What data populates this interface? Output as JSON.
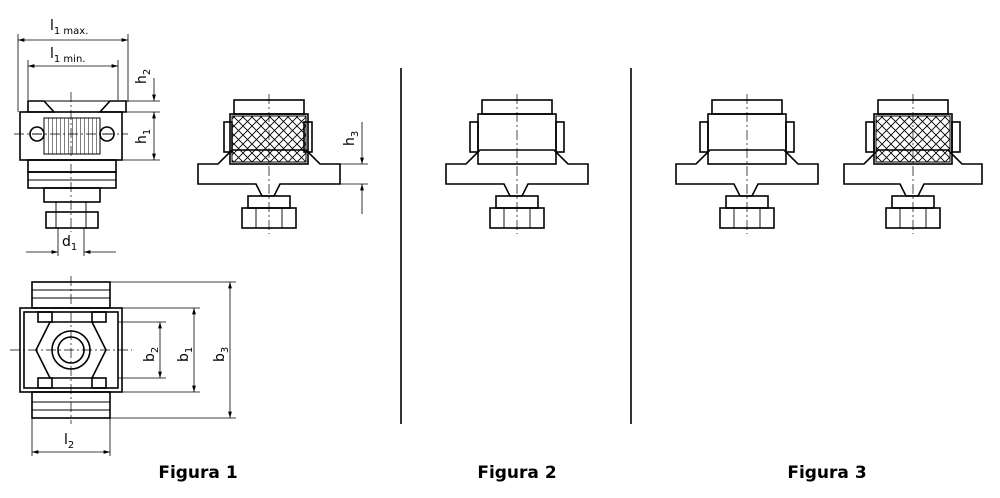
{
  "figures": {
    "fig1": "Figura 1",
    "fig2": "Figura 2",
    "fig3": "Figura 3"
  },
  "dims": {
    "l1max": {
      "base": "l",
      "sub": "1 max."
    },
    "l1min": {
      "base": "l",
      "sub": "1 min."
    },
    "h2": {
      "base": "h",
      "sub": "2"
    },
    "h1": {
      "base": "h",
      "sub": "1"
    },
    "h3": {
      "base": "h",
      "sub": "3"
    },
    "d1": {
      "base": "d",
      "sub": "1"
    },
    "b2": {
      "base": "b",
      "sub": "2"
    },
    "b1": {
      "base": "b",
      "sub": "1"
    },
    "b3": {
      "base": "b",
      "sub": "3"
    },
    "l2": {
      "base": "l",
      "sub": "2"
    }
  }
}
